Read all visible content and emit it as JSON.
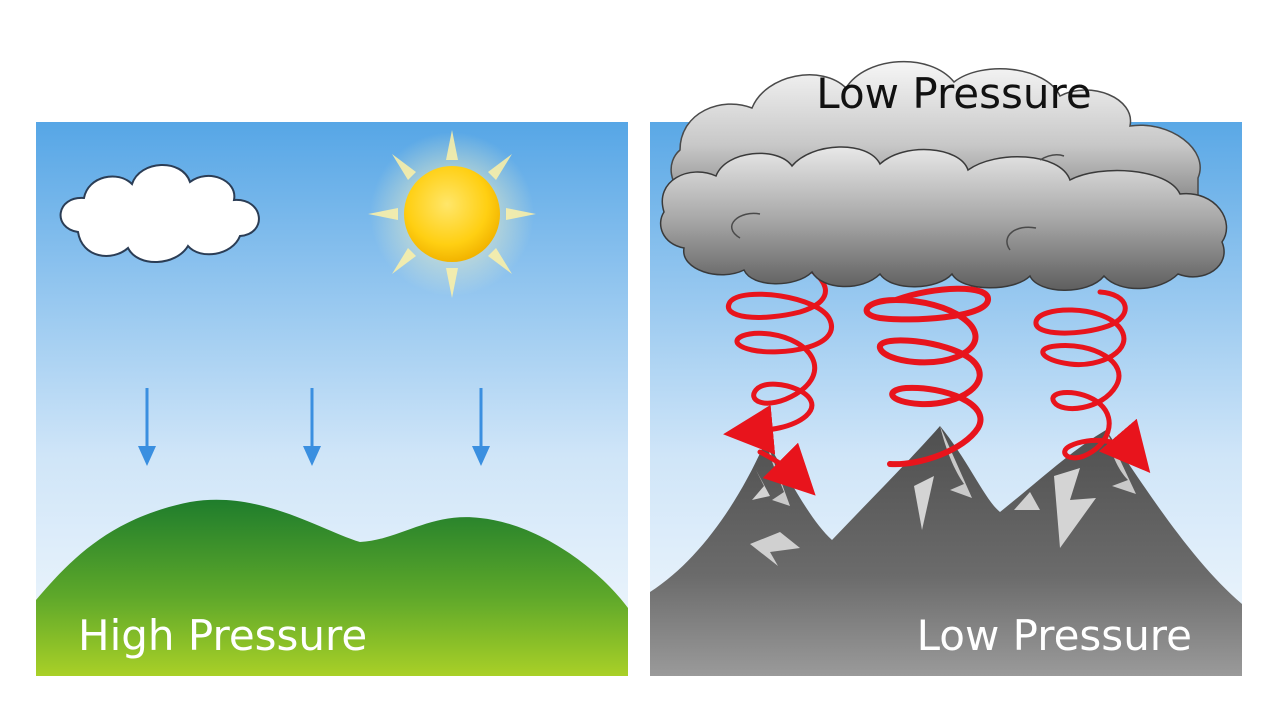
{
  "left_panel": {
    "label": "High Pressure",
    "colors": {
      "sky_top": "#5aa8e6",
      "sky_bottom": "#eef6fd",
      "hill_top": "#2a8a2e",
      "hill_bottom": "#a8cf26",
      "arrow": "#3a8fe0",
      "sun": "#ffd21a",
      "label": "#ffffff"
    },
    "icons": [
      "cloud-icon",
      "sun-icon",
      "down-arrow-icon",
      "down-arrow-icon",
      "down-arrow-icon"
    ]
  },
  "right_panel": {
    "top_label": "Low Pressure",
    "bottom_label": "Low Pressure",
    "colors": {
      "mountain": "#5d5d5d",
      "mountain_light": "#c9c9c9",
      "spiral": "#e8141c",
      "storm_cloud": "#9a9a9a",
      "top_label": "#111111",
      "bottom_label": "#ffffff"
    },
    "icons": [
      "storm-cloud-icon",
      "spiral-arrow-icon",
      "spiral-arrow-icon",
      "spiral-arrow-icon",
      "mountain-icon"
    ]
  }
}
